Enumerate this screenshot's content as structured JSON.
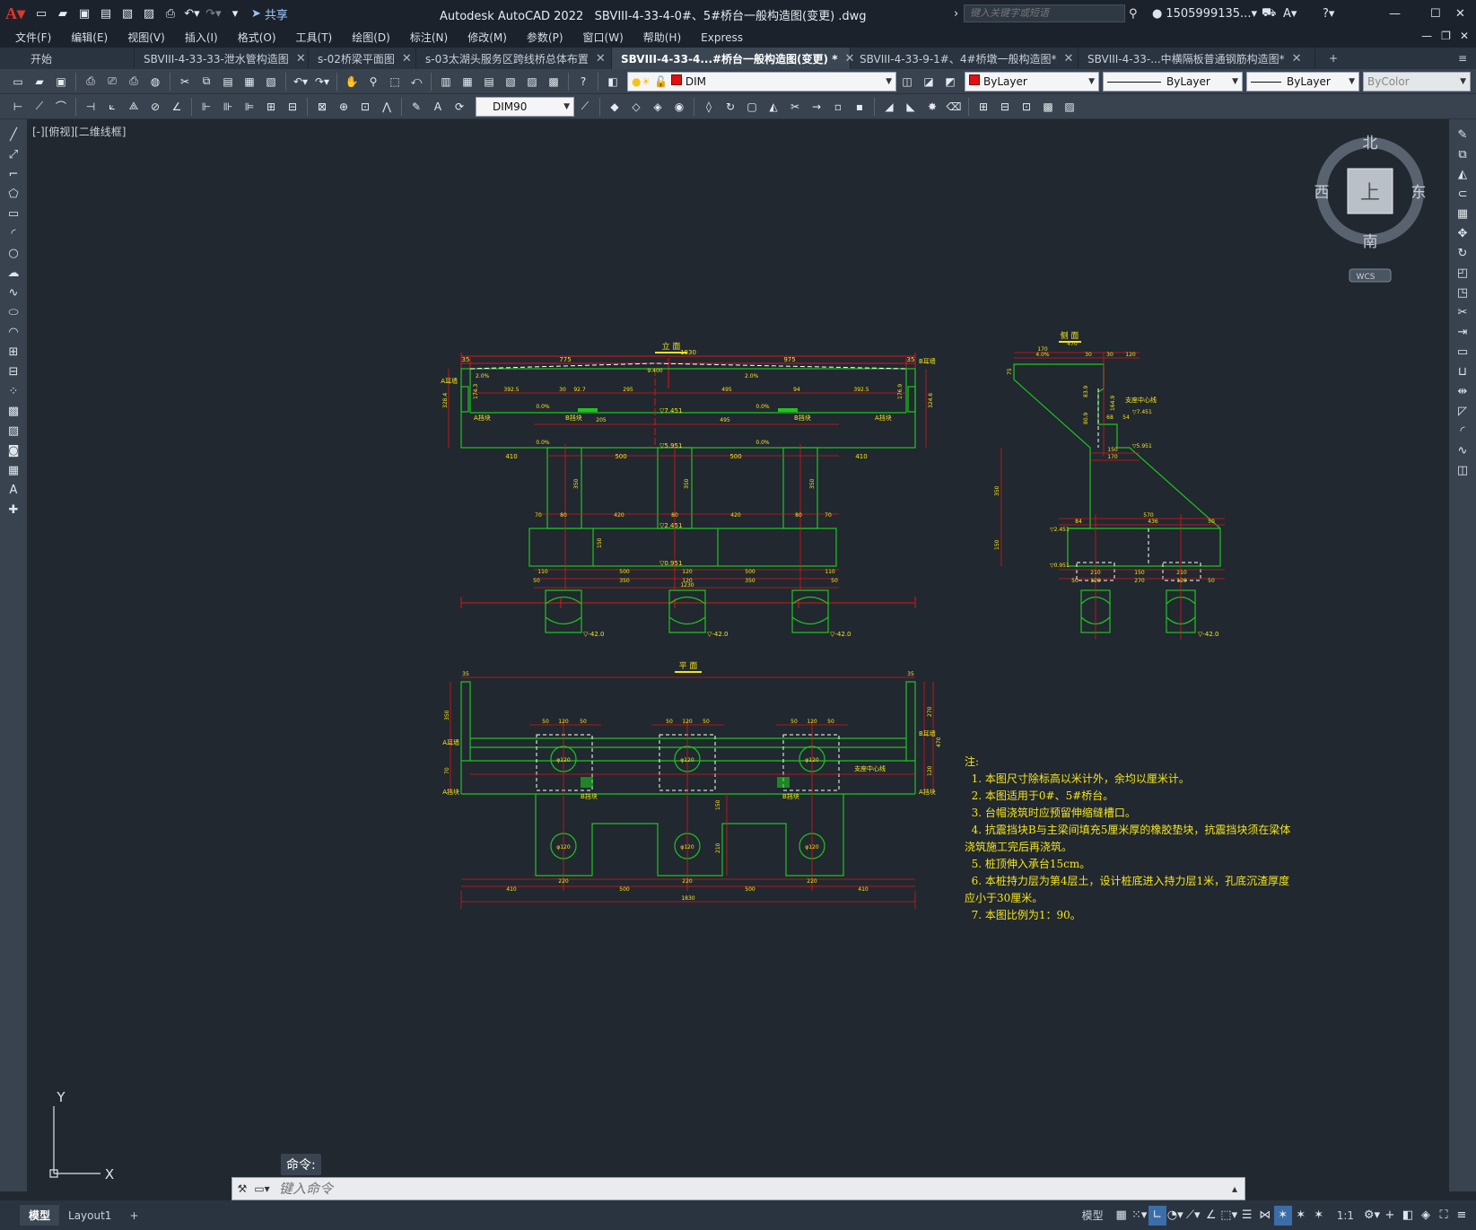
{
  "window": {
    "app_title": "Autodesk AutoCAD 2022",
    "file_title": "SBVIII-4-33-4-0#、5#桥台一般构造图(变更) .dwg",
    "search_placeholder": "键入关键字或短语",
    "user": "1505999135...",
    "share_label": "共享"
  },
  "menu": [
    "文件(F)",
    "编辑(E)",
    "视图(V)",
    "插入(I)",
    "格式(O)",
    "工具(T)",
    "绘图(D)",
    "标注(N)",
    "修改(M)",
    "参数(P)",
    "窗口(W)",
    "帮助(H)",
    "Express"
  ],
  "tabs": [
    {
      "label": "开始",
      "closable": false,
      "active": false
    },
    {
      "label": "SBVIII-4-33-33-泄水管构造图",
      "closable": true,
      "active": false
    },
    {
      "label": "s-02桥梁平面图",
      "closable": true,
      "active": false
    },
    {
      "label": "s-03太湖头服务区跨线桥总体布置",
      "closable": true,
      "active": false
    },
    {
      "label": "SBVIII-4-33-4...#桥台一般构造图(变更) *",
      "closable": true,
      "active": true
    },
    {
      "label": "SBVIII-4-33-9-1#、4#桥墩一般构造图*",
      "closable": true,
      "active": false
    },
    {
      "label": "SBVIII-4-33-...中横隔板普通钢筋构造图*",
      "closable": true,
      "active": false
    }
  ],
  "toolbar": {
    "layer_name": "DIM",
    "color_value": "ByLayer",
    "linetype_value": "ByLayer",
    "lineweight_value": "ByLayer",
    "plotstyle_value": "ByColor",
    "dimstyle_value": "DIM90"
  },
  "viewport": {
    "view_label": "[-][俯视][二维线框]",
    "compass": {
      "north": "北",
      "south": "南",
      "east": "东",
      "west": "西",
      "top": "上"
    },
    "wcs_label": "WCS",
    "ucs_x": "X",
    "ucs_y": "Y"
  },
  "drawing": {
    "front_title": "立  面",
    "side_title": "侧  面",
    "plan_title": "平  面",
    "front_dims_top": [
      "35",
      "775",
      "975",
      "35"
    ],
    "front_total": "1830",
    "front_slope_labels": [
      "2.0%",
      "9.400",
      "2.0%"
    ],
    "front_inner_dims": [
      "392.5",
      "30",
      "92.7",
      "295",
      "495",
      "94",
      "392.5"
    ],
    "front_labels": [
      "A耳墙",
      "B耳墙",
      "A挡块",
      "B挡块",
      "B挡块",
      "A挡块"
    ],
    "front_levels": [
      "▽7.451",
      "▽5.951",
      "▽2.451",
      "▽0.951",
      "▽-42.0",
      "▽-42.0",
      "▽-42.0"
    ],
    "front_bottom_dims": [
      "410",
      "500",
      "500",
      "410"
    ],
    "front_pier_dims": [
      "70",
      "80",
      "420",
      "80",
      "420",
      "80",
      "70"
    ],
    "front_cap_dims": [
      "110",
      "500",
      "120",
      "500",
      "110"
    ],
    "front_cap_dims2": [
      "50",
      "350",
      "120",
      "350",
      "50"
    ],
    "front_cap_total": "1230",
    "front_misc_dims": [
      "205",
      "495",
      "0.0%",
      "0.0%",
      "0.0%",
      "0.0%",
      "324.6",
      "328.4",
      "350",
      "350",
      "350",
      "150",
      "174.3",
      "176.9"
    ],
    "side_dims_top": [
      "470",
      "170",
      "4.0%",
      "30",
      "30",
      "120"
    ],
    "side_labels": [
      "支座中心线",
      "▽7.451",
      "▽5.951",
      "▽2.451",
      "▽0.951",
      "▽-42.0"
    ],
    "side_dims_mid": [
      "150",
      "170",
      "68",
      "54",
      "570",
      "84",
      "436",
      "50"
    ],
    "side_dims_bot": [
      "50",
      "210",
      "150",
      "210",
      "50",
      "120",
      "270",
      "120"
    ],
    "side_misc_dims": [
      "75",
      "83.9",
      "80.9",
      "164.9",
      "350",
      "150"
    ],
    "plan_dims_top": [
      "35",
      "35"
    ],
    "plan_col_dims": [
      "50",
      "120",
      "50"
    ],
    "plan_labels": [
      "A耳墙",
      "B耳墙",
      "A挡块",
      "A挡块",
      "B挡块",
      "B挡块",
      "支座中心线"
    ],
    "plan_pile_label": "φ120",
    "plan_bottom_dims": [
      "410",
      "500",
      "500",
      "410"
    ],
    "plan_bottom_total": "1830",
    "plan_misc_dims": [
      "220",
      "220",
      "220",
      "150",
      "210",
      "270",
      "470",
      "120",
      "70",
      "350",
      "35",
      "35"
    ],
    "notes": "注:\n  1. 本图尺寸除标高以米计外，余均以厘米计。\n  2. 本图适用于0#、5#桥台。\n  3. 台帽浇筑时应预留伸缩缝槽口。\n  4. 抗震挡块B与主梁间填充5厘米厚的橡胶垫块，抗震挡块须在梁体\n浇筑施工完后再浇筑。\n  5. 桩顶伸入承台15cm。\n  6. 本桩持力层为第4层土，设计桩底进入持力层1米，孔底沉渣厚度\n应小于30厘米。\n  7. 本图比例为1：90。"
  },
  "command": {
    "label": "命令:",
    "placeholder": "键入命令"
  },
  "status": {
    "model_tab": "模型",
    "layout_tab": "Layout1",
    "model_space": "模型",
    "scale": "1:1"
  },
  "colors": {
    "background": "#212830",
    "geometry": "#1ec51e",
    "dimension": "#e01515",
    "annotation": "#f5e51a",
    "hidden": "#ffffff"
  }
}
